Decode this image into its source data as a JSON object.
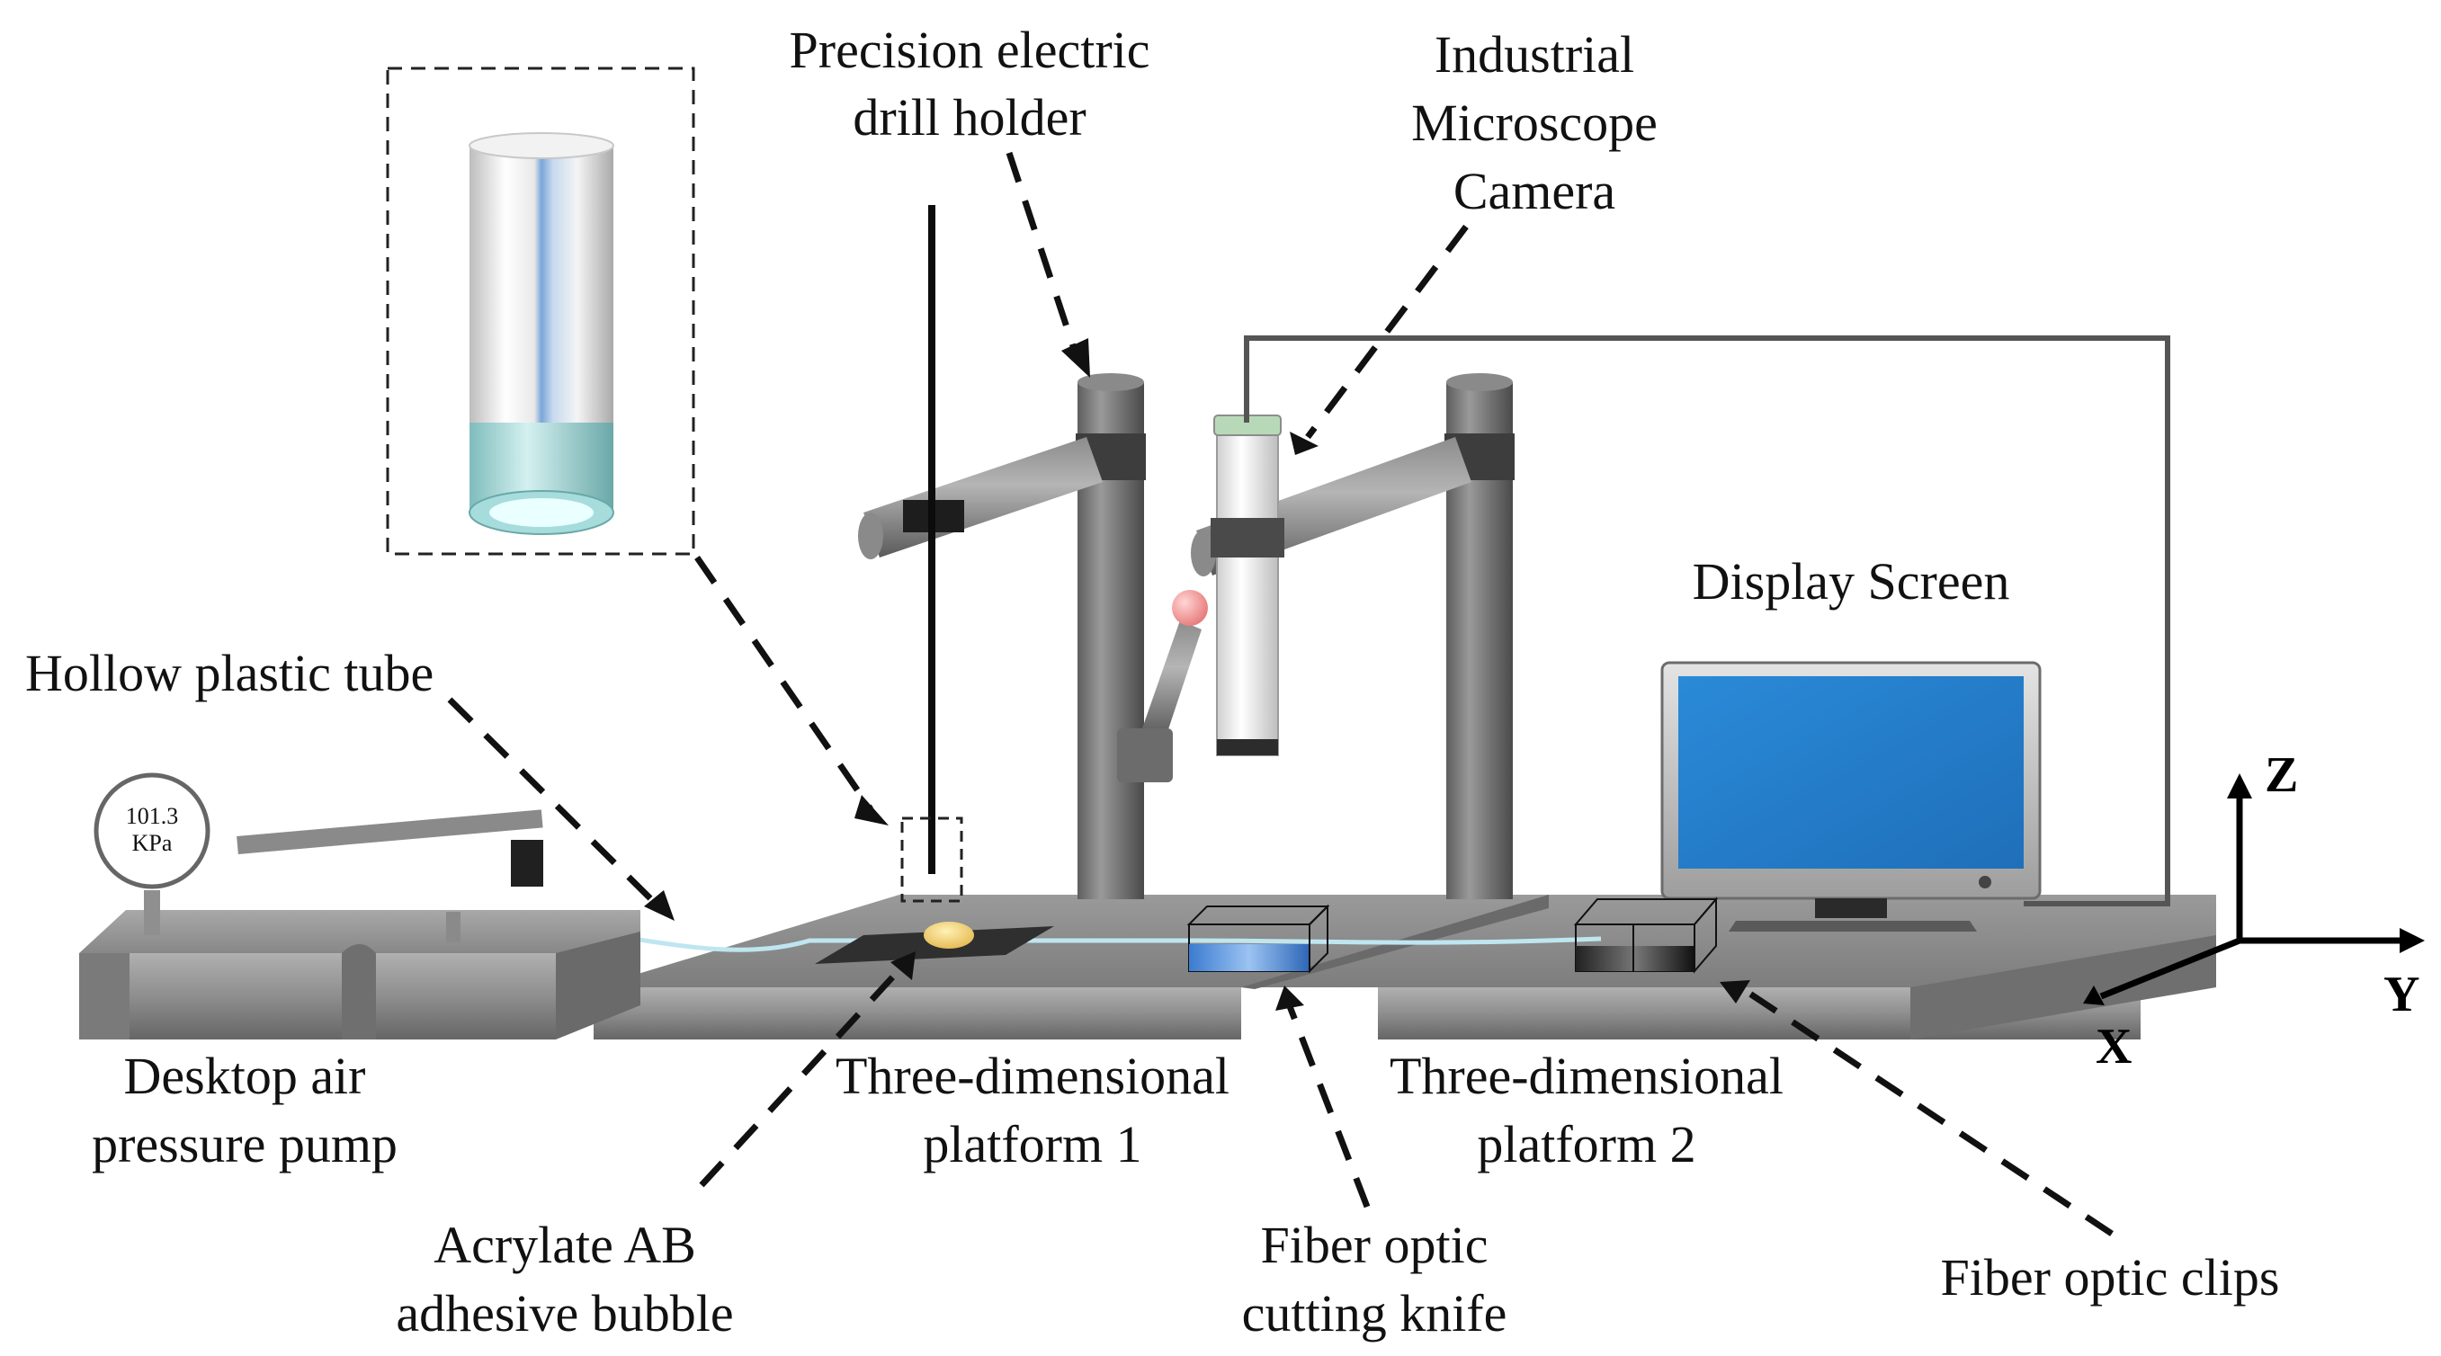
{
  "labels": {
    "drill_holder": [
      "Precision electric",
      "drill holder"
    ],
    "microscope_camera": [
      "Industrial",
      "Microscope",
      "Camera"
    ],
    "display_screen": "Display Screen",
    "hollow_tube": "Hollow plastic tube",
    "pump": [
      "Desktop air",
      "pressure pump"
    ],
    "adhesive_bubble": [
      "Acrylate AB",
      "adhesive bubble"
    ],
    "platform_1": [
      "Three-dimensional",
      "platform 1"
    ],
    "platform_2": [
      "Three-dimensional",
      "platform 2"
    ],
    "cutting_knife": [
      "Fiber optic",
      "cutting knife"
    ],
    "clips": "Fiber optic clips"
  },
  "gauge": {
    "value": "101.3",
    "unit": "KPa"
  },
  "axes": {
    "z": "Z",
    "y": "Y",
    "x": "X"
  }
}
